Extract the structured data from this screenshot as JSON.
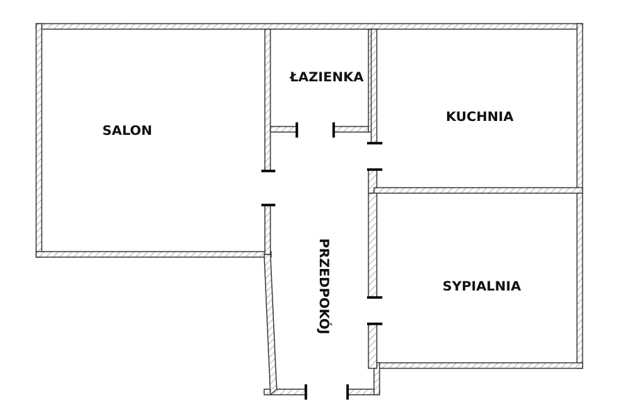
{
  "rooms": {
    "salon": "SALON",
    "lazienka": "ŁAZIENKA",
    "kuchnia": "KUCHNIA",
    "przedpokoj": "PRZEDPOKÓJ",
    "sypialnia": "SYPIALNIA"
  },
  "colors": {
    "wall_stroke": "#333333",
    "hatch": "#9a9a9a",
    "door_mark": "#000000",
    "label": "#111111"
  }
}
